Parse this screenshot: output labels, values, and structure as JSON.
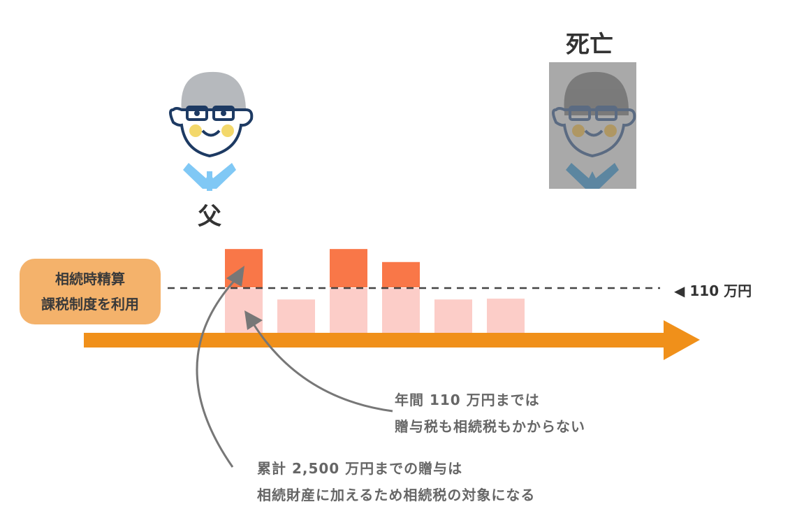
{
  "labels": {
    "father": "父",
    "death": "死亡",
    "system_line1": "相続時精算",
    "system_line2": "課税制度を利用",
    "limit_marker": "◀",
    "limit_label": "110 万円",
    "note1_line1": "年間 110 万円までは",
    "note1_line2": "贈与税も相続税もかからない",
    "note2_line1": "累計 2,500 万円までの贈与は",
    "note2_line2": "相続財産に加えるため相続税の対象になる"
  },
  "colors": {
    "timeline": "#f0901a",
    "bar_below": "#fccdc8",
    "bar_above": "#f97748",
    "box": "#f4b26b",
    "arrow": "#777777"
  },
  "chart_data": {
    "type": "bar",
    "threshold": 110,
    "unit": "万円",
    "values": [
      206,
      82,
      206,
      174,
      82,
      84
    ]
  }
}
